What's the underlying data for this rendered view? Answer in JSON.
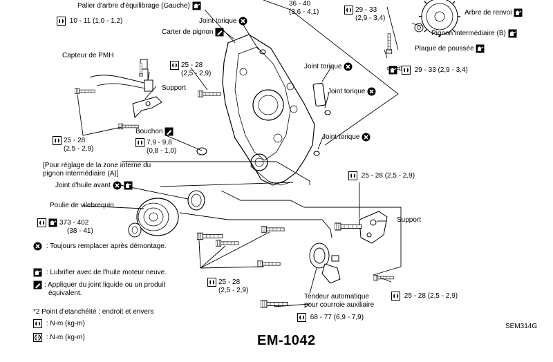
{
  "labels": {
    "palier": "Palier d'arbre d'équilibrage (Gauche)",
    "top_torque_a": "36 - 40",
    "top_torque_b": "(3,6 - 4,1)",
    "top_torque2_a": "29 - 33",
    "top_torque2_b": "(2,9 - 3,4)",
    "arbre_renvoi": "Arbre de renvoi",
    "pignon_int": "Pignon intermédiaire (B)",
    "plaque": "Plaque de poussée",
    "torque_29_33_right": "29 - 33 (2,9 - 3,4)",
    "torque_10_11": "10 - 11 (1,0 - 1,2)",
    "joint_torique": "Joint torique",
    "carter_pignon": "Carter de pignon",
    "capteur_pmh": "Capteur de PMH",
    "torque_25_28_a": "25 - 28",
    "torque_25_28_b": "(2,5 - 2,9)",
    "support": "Support",
    "joint_torique_2": "Joint torique",
    "joint_torique_3": "Joint torique",
    "joint_torique_4": "Joint torique",
    "torque_25_28_left_a": "25 - 28",
    "torque_25_28_left_b": "(2,5 - 2,9)",
    "bouchon": "Bouchon",
    "torque_79_98_a": "7,9 - 9,8",
    "torque_79_98_b": "(0,8 - 1,0)",
    "note_reglage_1": "[Pour réglage de la zone interne du",
    "note_reglage_2": "pignon intermédiaire (A)]",
    "joint_huile": "Joint d'huile avant",
    "poulie": "Poulie de vilebrequin",
    "torque_373_402_a": "373 - 402",
    "torque_373_402_b": "(38 - 41)",
    "torque_25_28_mid": "25 - 28 (2,5 - 2,9)",
    "support_right": "Support",
    "torque_25_28_bottom_a": "25 - 28",
    "torque_25_28_bottom_b": "(2,5 - 2,9)",
    "tendeur_1": "Tendeur automatique",
    "tendeur_2": "pour courroie auxiliaire",
    "torque_25_28_br": "25 - 28 (2,5 - 2,9)",
    "torque_68_77": "68 - 77 (6,9 - 7,9)",
    "sem_code": "SEM314G",
    "page_code": "EM-1042"
  },
  "legend": {
    "replace": ": Toujours remplacer après démontage.",
    "lubricate": ": Lubrifier avec de l'huile moteur neuve.",
    "liquid_gasket_1": ": Appliquer du joint liquide ou un produit",
    "liquid_gasket_2": "équivalent.",
    "note_2": "*2 Point d'etanchéité : endroit et envers",
    "nm_1": ": N·m (kg-m)",
    "nm_2": ": N·m (kg-m)"
  },
  "icons": {
    "replace": "circle-x-icon",
    "lubricate": "oil-can-icon",
    "liquid_gasket": "sealant-tube-icon",
    "torque": "torque-wrench-icon"
  },
  "colors": {
    "ink": "#000000",
    "paper": "#ffffff"
  }
}
